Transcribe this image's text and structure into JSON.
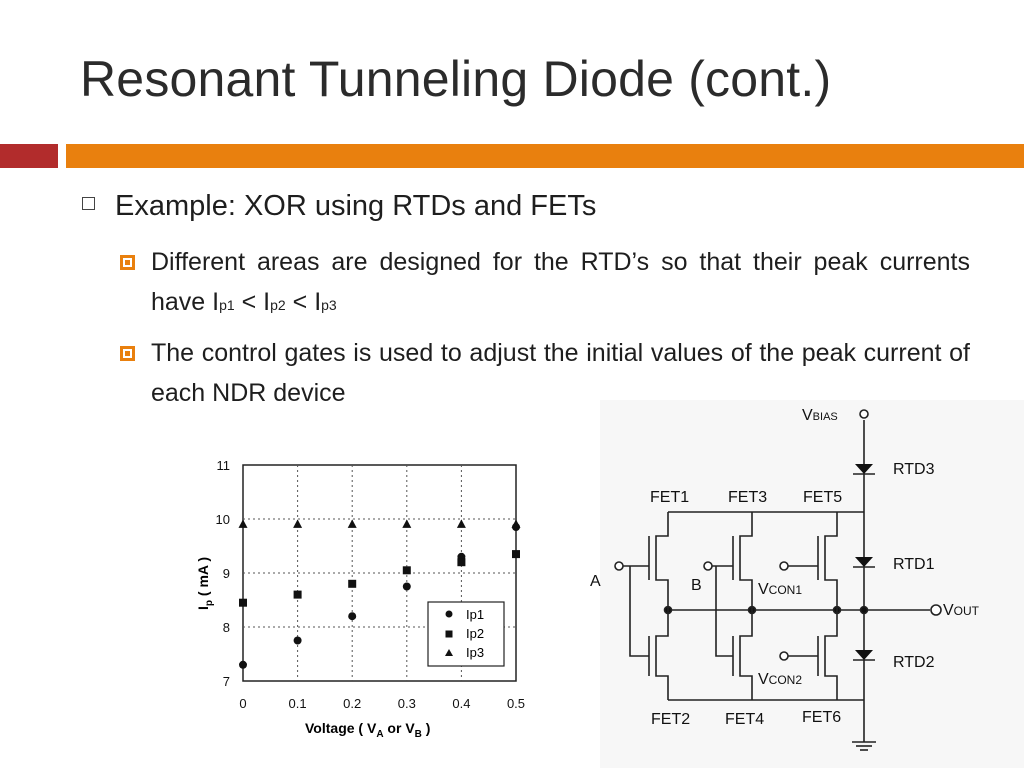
{
  "slide": {
    "title": "Resonant Tunneling Diode (cont.)",
    "bullet": "Example: XOR using RTDs and FETs",
    "sub1_text": "Different areas are designed for the RTD’s so that their peak currents have I",
    "sub1_p1": "p1",
    "sub1_lt1": " < I",
    "sub1_p2": "p2",
    "sub1_lt2": " < I",
    "sub1_p3": "p3",
    "sub2_text": "The control gates is used to adjust the initial values of the peak current of each NDR device"
  },
  "chart_data": {
    "type": "scatter",
    "x": [
      0,
      0.1,
      0.2,
      0.3,
      0.4,
      0.5
    ],
    "series": [
      {
        "name": "Ip1",
        "marker": "circle",
        "values": [
          7.3,
          7.75,
          8.2,
          8.75,
          9.3,
          9.85
        ]
      },
      {
        "name": "Ip2",
        "marker": "square",
        "values": [
          8.45,
          8.6,
          8.8,
          9.05,
          9.2,
          9.35
        ]
      },
      {
        "name": "Ip3",
        "marker": "triangle",
        "values": [
          9.9,
          9.9,
          9.9,
          9.9,
          9.9,
          9.9
        ]
      }
    ],
    "xlabel_main": "Voltage ( V",
    "xlabel_sub1": "A",
    "xlabel_or": " or V",
    "xlabel_sub2": "B",
    "xlabel_end": " )",
    "ylabel_main": "I",
    "ylabel_sub": "p",
    "ylabel_unit": " ( mA )",
    "xticks": [
      "0",
      "0.1",
      "0.2",
      "0.3",
      "0.4",
      "0.5"
    ],
    "yticks": [
      "7",
      "8",
      "9",
      "10",
      "11"
    ],
    "xlim": [
      0,
      0.5
    ],
    "ylim": [
      7,
      11
    ],
    "grid": true,
    "legend": "bottom-right"
  },
  "circuit": {
    "vbias": "V",
    "vbias_sub": "BIAS",
    "rtd3": "RTD3",
    "rtd1": "RTD1",
    "rtd2": "RTD2",
    "fet1": "FET1",
    "fet3": "FET3",
    "fet5": "FET5",
    "fet2": "FET2",
    "fet4": "FET4",
    "fet6": "FET6",
    "a": "A",
    "b": "B",
    "vcon1": "V",
    "vcon1_sub": "CON1",
    "vcon2": "V",
    "vcon2_sub": "CON2",
    "vout": "V",
    "vout_sub": "OUT"
  }
}
